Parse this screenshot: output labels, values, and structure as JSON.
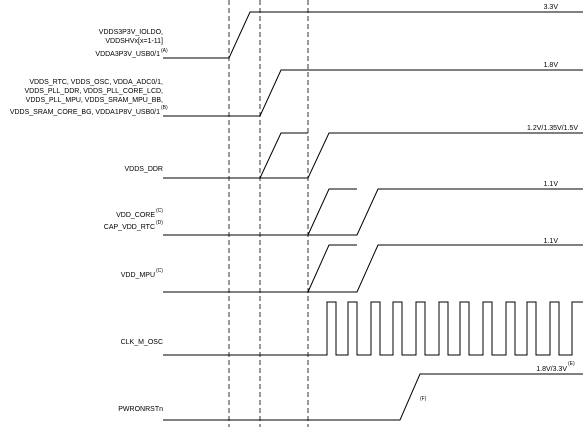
{
  "signals": [
    {
      "id": "vdds3p3v",
      "label_lines": [
        "VDDS3P3V_IOLDO,",
        "VDDSHVx[x=1-11]",
        "VDDA3P3V_USB0/1"
      ],
      "note": "(A)",
      "level": "3.3V"
    },
    {
      "id": "vdds_1v8",
      "label_lines": [
        "VDDS_RTC, VDDS_OSC, VDDA_ADC0/1,",
        "VDDS_PLL_DDR, VDDS_PLL_CORE_LCD,",
        "VDDS_PLL_MPU, VDDS_SRAM_MPU_BB,",
        "VDDS_SRAM_CORE_BG, VDDA1P8V_USB0/1"
      ],
      "note": "(B)",
      "level": "1.8V"
    },
    {
      "id": "vdds_ddr",
      "label_lines": [
        "VDDS_DDR"
      ],
      "note": "",
      "level": "1.2V/1.35V/1.5V"
    },
    {
      "id": "vdd_core",
      "label_lines": [
        "VDD_CORE",
        "CAP_VDD_RTC"
      ],
      "note_lines": [
        "(C)",
        "(D)"
      ],
      "level": "1.1V"
    },
    {
      "id": "vdd_mpu",
      "label_lines": [
        "VDD_MPU"
      ],
      "note": "(C)",
      "level": "1.1V"
    },
    {
      "id": "clk_m_osc",
      "label_lines": [
        "CLK_M_OSC"
      ],
      "note": "",
      "level": ""
    },
    {
      "id": "pwronrstn",
      "label_lines": [
        "PWRONRSTn"
      ],
      "note": "(F)",
      "level": "1.8V/3.3V",
      "level_note": "(E)"
    }
  ]
}
